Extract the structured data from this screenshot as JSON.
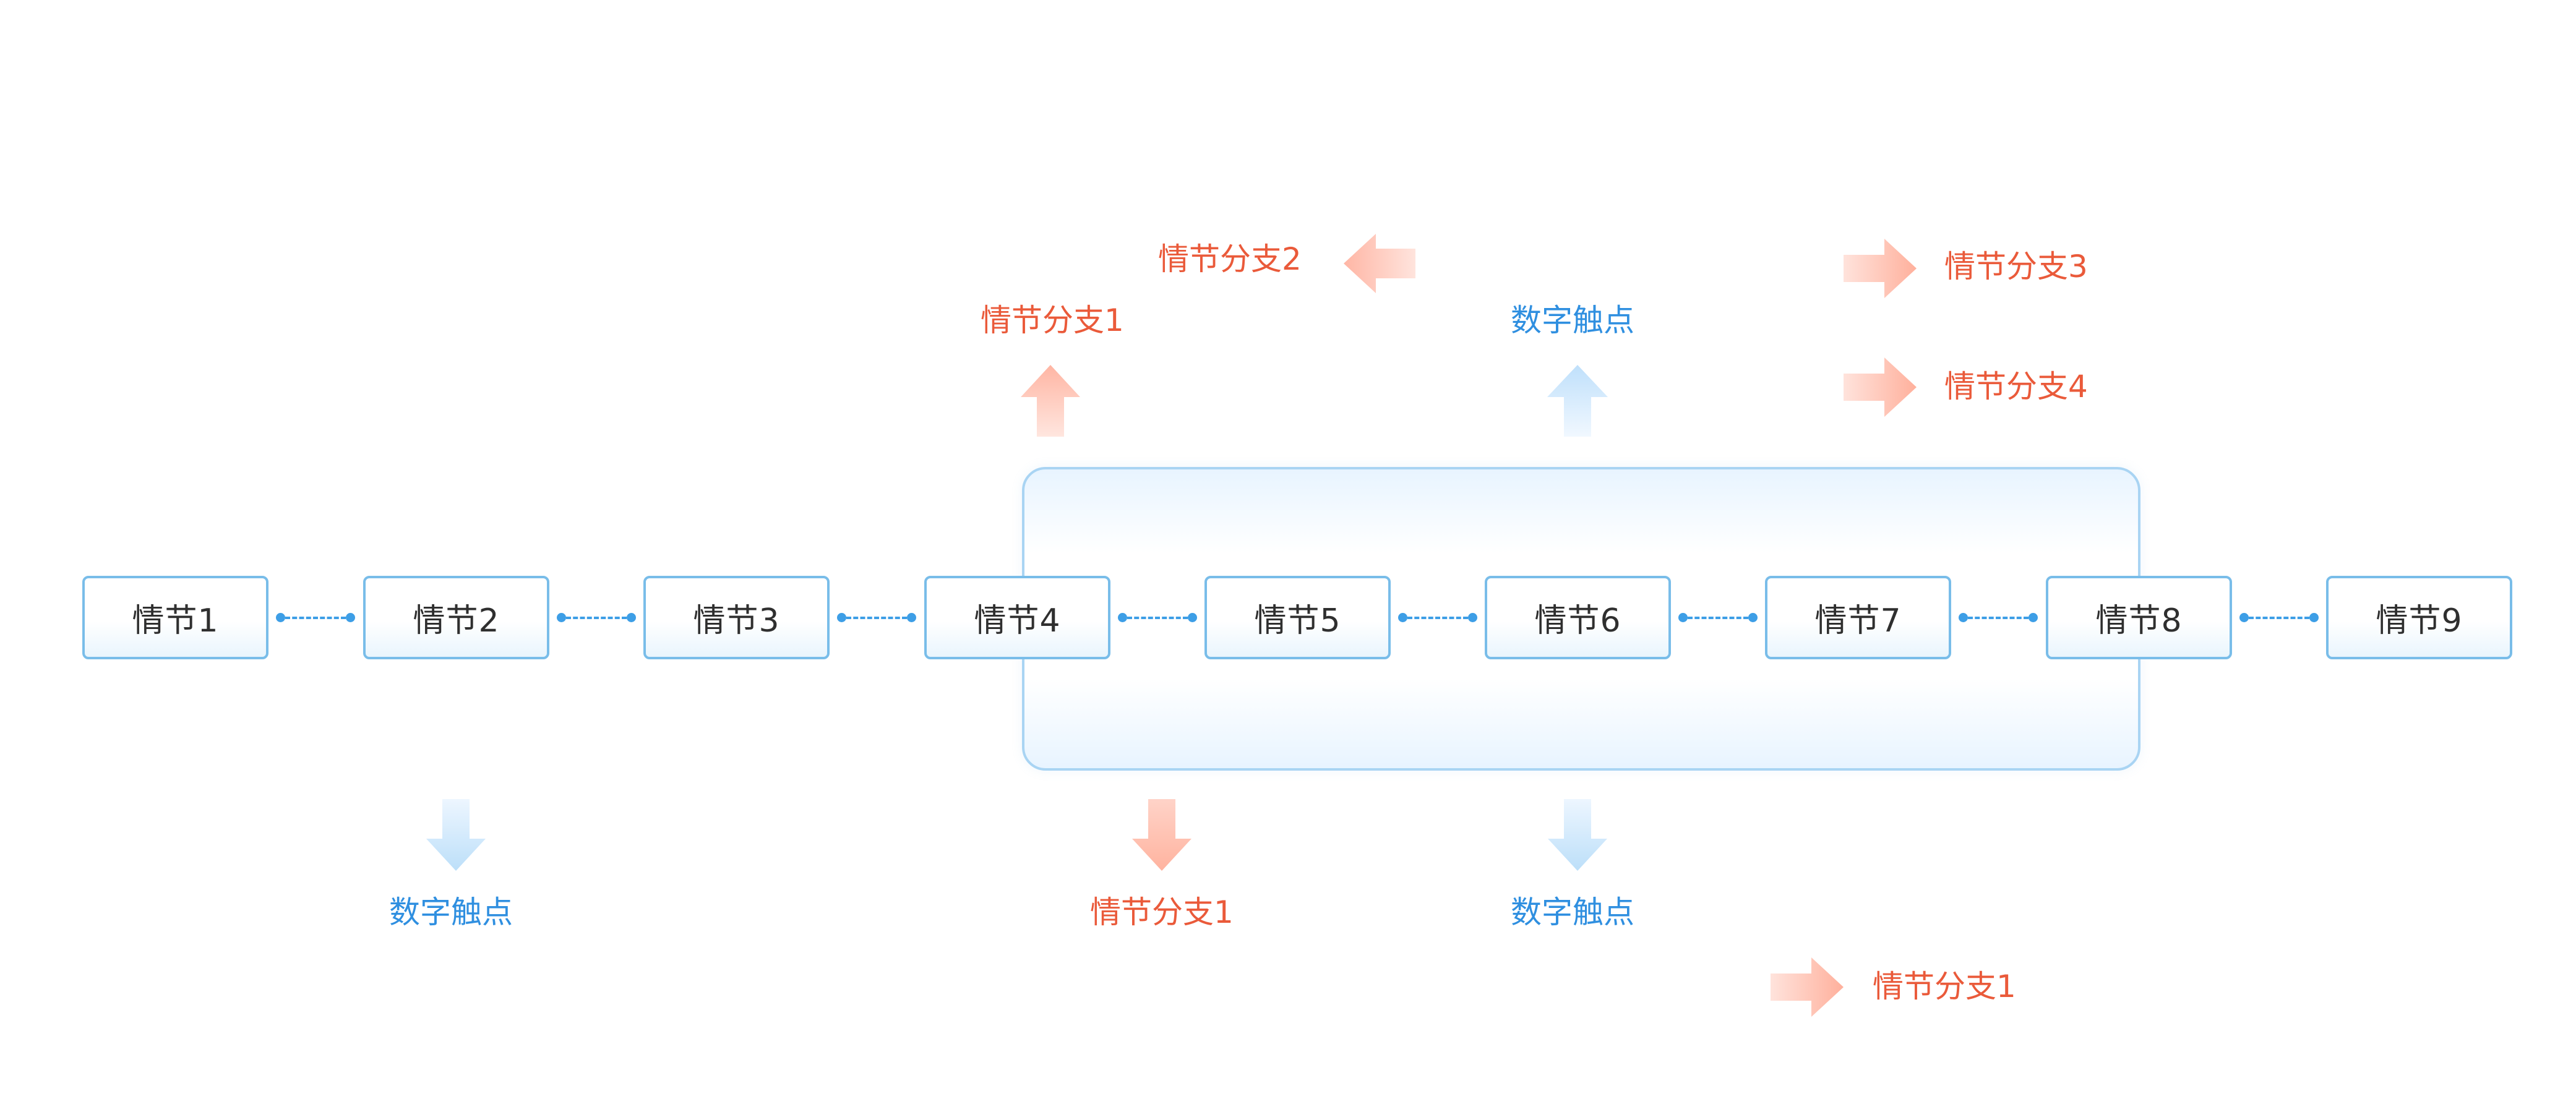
{
  "diagram": {
    "nodes": [
      "情节1",
      "情节2",
      "情节3",
      "情节4",
      "情节5",
      "情节6",
      "情节7",
      "情节8",
      "情节9"
    ],
    "labels": {
      "branch1_top": "情节分支1",
      "branch2": "情节分支2",
      "branch3": "情节分支3",
      "branch4": "情节分支4",
      "touch_top": "数字触点",
      "touch_bottom_left": "数字触点",
      "branch1_bottom": "情节分支1",
      "touch_bottom_mid": "数字触点",
      "branch1_bottom_right": "情节分支1"
    },
    "colors": {
      "accent_blue": "#2f8fe0",
      "accent_red": "#ea5a3a",
      "node_border": "#79bde9",
      "group_border": "#a9d4f3"
    }
  }
}
